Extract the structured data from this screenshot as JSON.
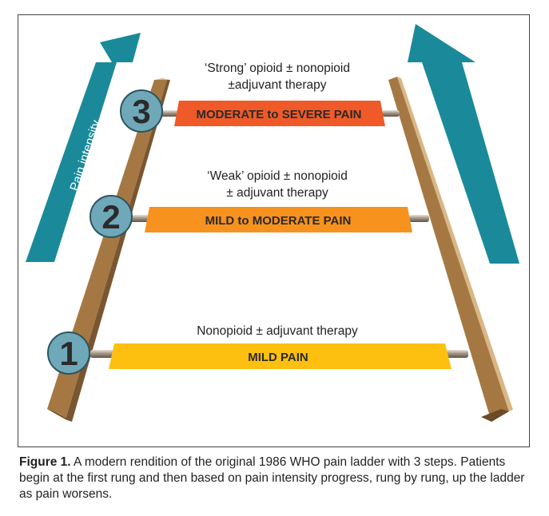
{
  "arrow_label": "Pain intensity",
  "steps": [
    {
      "number": "1",
      "rung_label": "MILD PAIN",
      "therapy": [
        "Nonopioid ± adjuvant therapy"
      ],
      "color": "#FDC010"
    },
    {
      "number": "2",
      "rung_label": "MILD to MODERATE PAIN",
      "therapy": [
        "‘Weak’ opioid ± nonopioid",
        "± adjuvant therapy"
      ],
      "color": "#F7921E"
    },
    {
      "number": "3",
      "rung_label": "MODERATE to SEVERE PAIN",
      "therapy": [
        "‘Strong’ opioid ± nonopioid",
        "±adjuvant therapy"
      ],
      "color": "#F05A28"
    }
  ],
  "caption": {
    "label": "Figure 1.",
    "text": " A modern rendition of the original 1986 WHO pain ladder with 3 steps. Patients begin at the first rung and then based on pain intensity progress, rung by rung, up the ladder as pain worsens."
  },
  "colors": {
    "arrow": "#1A8A9A",
    "rail": "#C49A64",
    "circle": "#6FA9B9"
  }
}
